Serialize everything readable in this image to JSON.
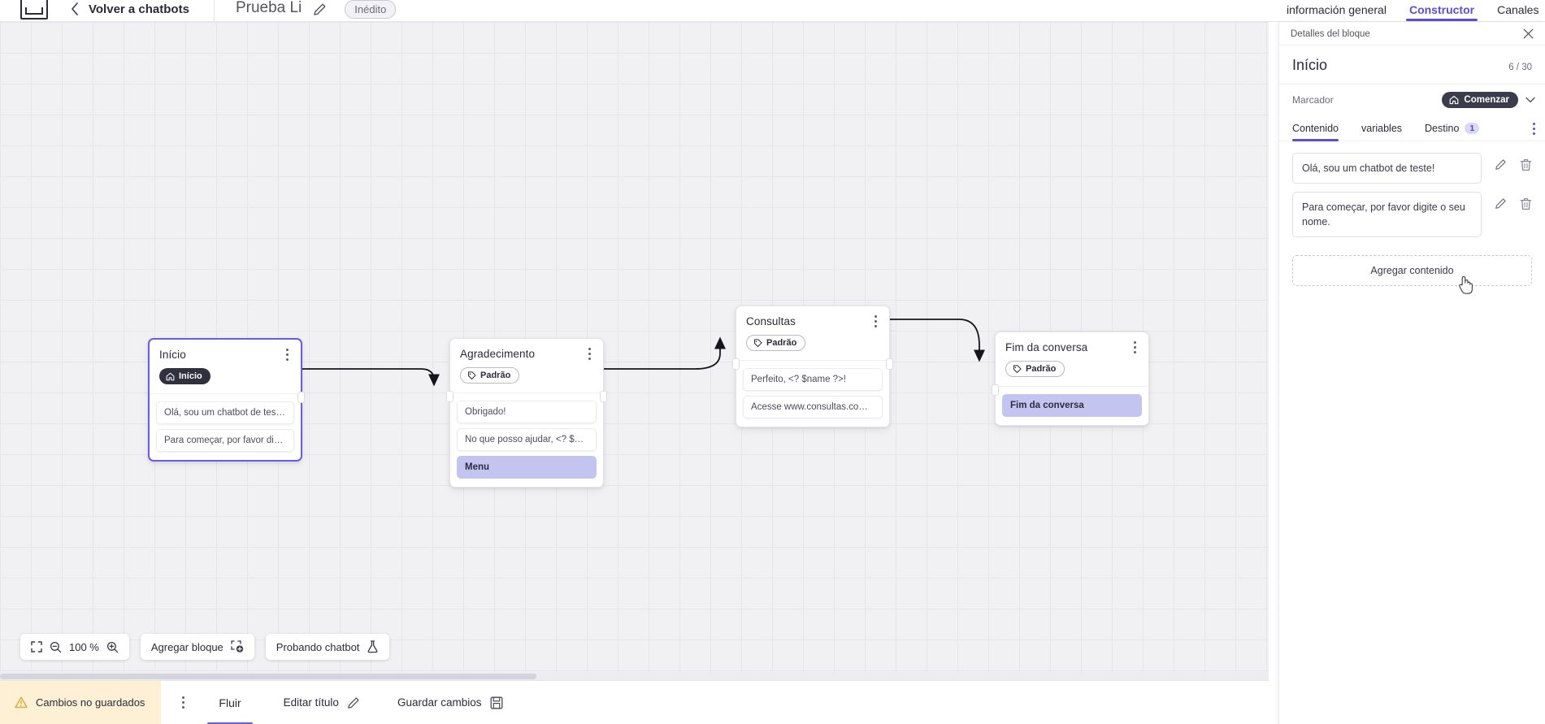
{
  "topbar": {
    "logo": "vtex-logo",
    "back_label": "Volver a chatbots",
    "bot_name": "Prueba Li",
    "status_pill": "Inédito"
  },
  "canvas": {
    "zoom_label": "100 %",
    "add_block_label": "Agregar bloque",
    "test_chatbot_label": "Probando chatbot",
    "nodes": [
      {
        "title": "Início",
        "badge": "Início",
        "badge_type": "dark",
        "messages": [
          {
            "text": "Olá, sou um chatbot de teste!",
            "accent": false
          },
          {
            "text": "Para começar, por favor digite o ...",
            "accent": false
          }
        ]
      },
      {
        "title": "Agradecimento",
        "badge": "Padrão",
        "badge_type": "outline",
        "messages": [
          {
            "text": "Obrigado!",
            "accent": false
          },
          {
            "text": "No que posso ajudar, <? $Sname ...",
            "accent": false
          },
          {
            "text": "Menu",
            "accent": true
          }
        ]
      },
      {
        "title": "Consultas",
        "badge": "Padrão",
        "badge_type": "outline",
        "messages": [
          {
            "text": "Perfeito, <? $name ?>!",
            "accent": false
          },
          {
            "text": "Acesse www.consultas.com par...",
            "accent": false
          }
        ]
      },
      {
        "title": "Fim da conversa",
        "badge": "Padrão",
        "badge_type": "outline",
        "messages": [
          {
            "text": "Fim da conversa",
            "accent": true
          }
        ]
      }
    ]
  },
  "bottombar": {
    "unsaved_label": "Cambios no guardados",
    "flow_tab": "Fluir",
    "edit_title_label": "Editar título",
    "save_label": "Guardar cambios"
  },
  "panel": {
    "tabs": [
      {
        "label": "información general",
        "active": false
      },
      {
        "label": "Constructor",
        "active": true
      },
      {
        "label": "Canales",
        "active": false
      }
    ],
    "subheader": "Detalles del bloque",
    "title": "Início",
    "count": "6 / 30",
    "marker_label": "Marcador",
    "marker_value": "Comenzar",
    "inner_tabs": [
      {
        "label": "Contenido",
        "badge": "",
        "active": true
      },
      {
        "label": "variables",
        "badge": "",
        "active": false
      },
      {
        "label": "Destino",
        "badge": "1",
        "active": false
      }
    ],
    "content_items": [
      "Olá, sou um chatbot de teste!",
      "Para começar, por favor digite o seu nome."
    ],
    "add_content_label": "Agregar contenido"
  },
  "colors": {
    "accent": "#5b4fd4",
    "node_accent": "#c3c4f0",
    "dark_badge": "#30303f",
    "warning_bg": "#fdf0d5",
    "canvas_bg": "#f1f1f3"
  }
}
